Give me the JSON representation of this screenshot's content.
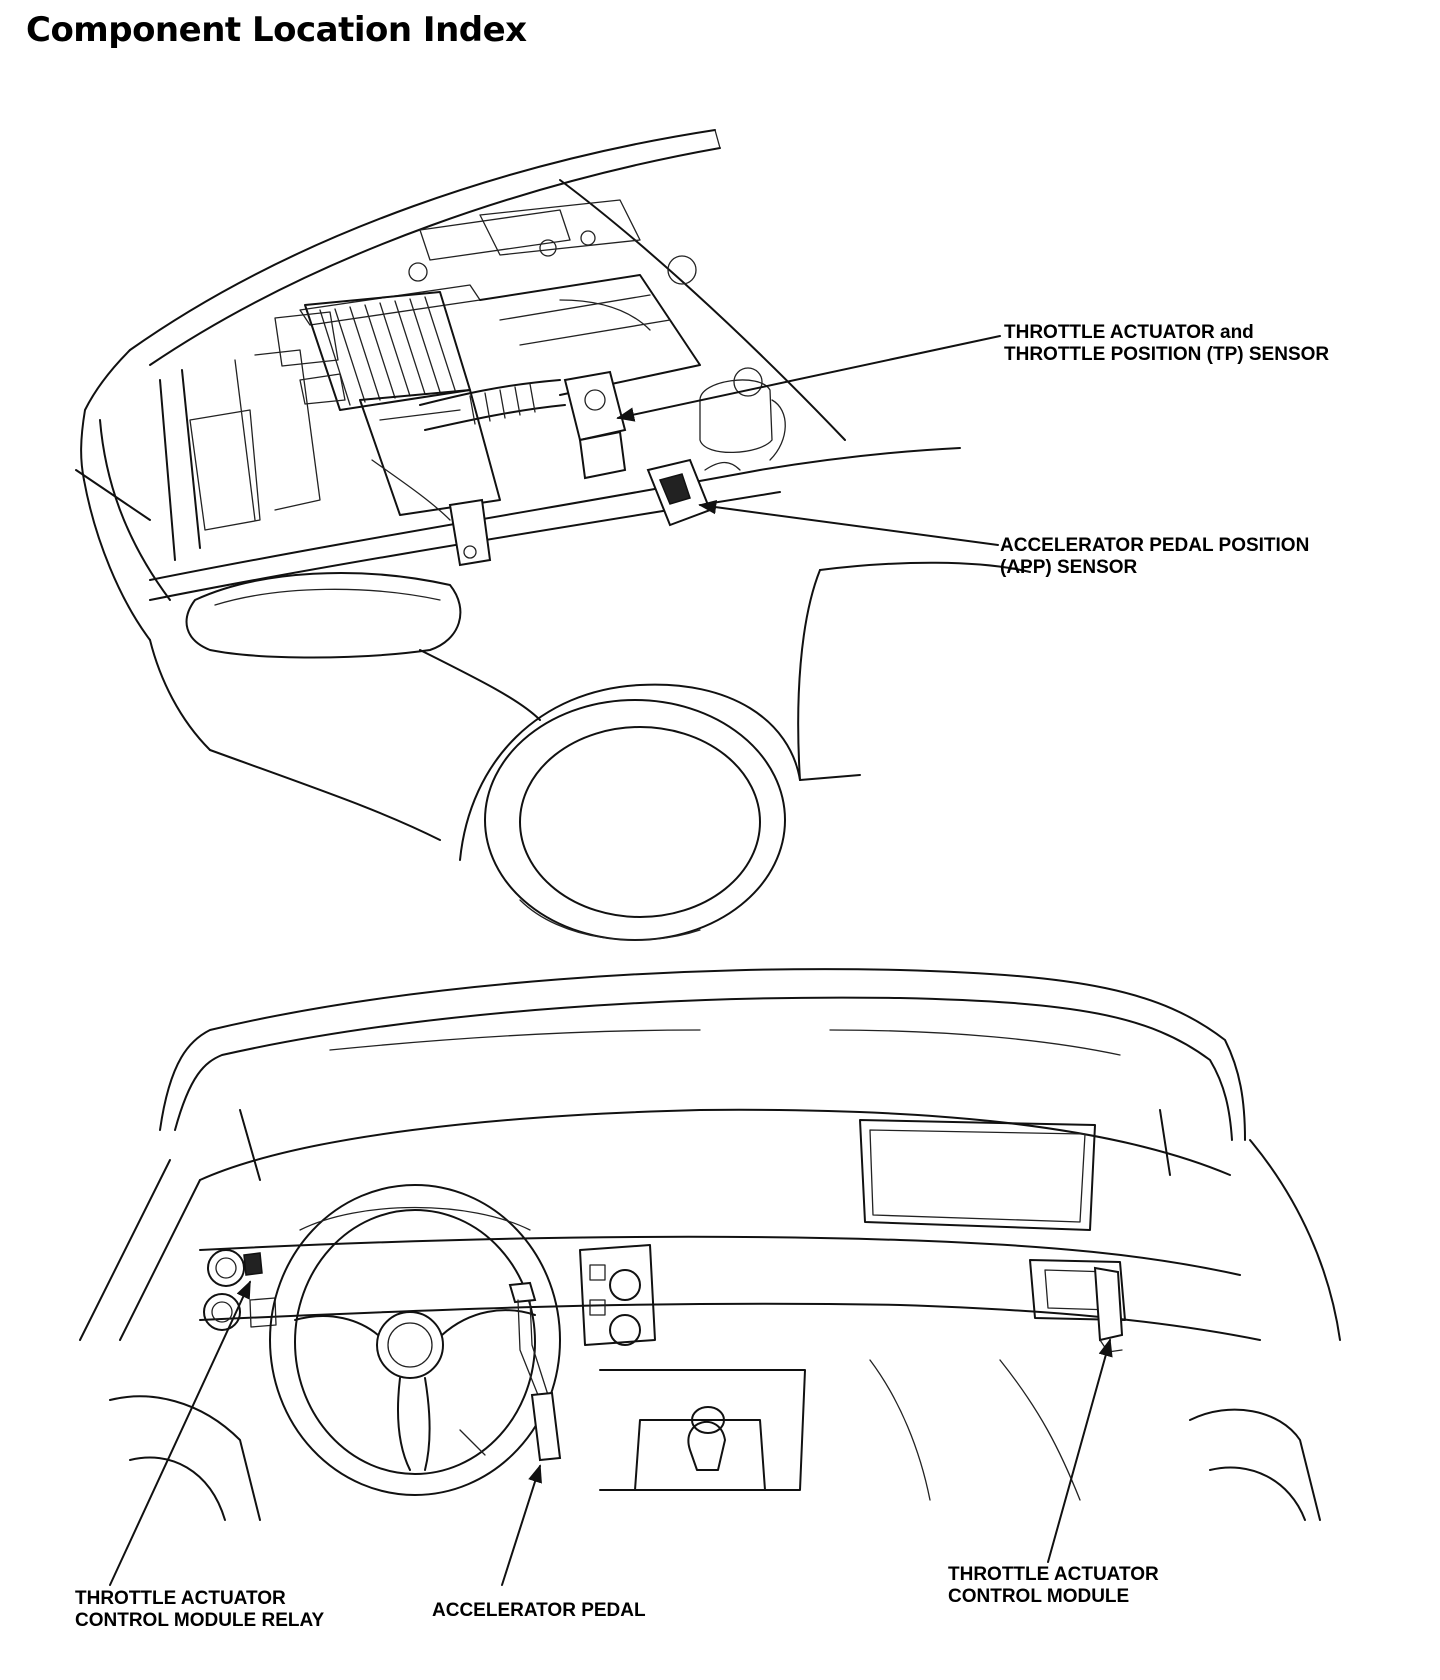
{
  "page": {
    "title": "Component Location Index"
  },
  "callouts": [
    {
      "id": "tp",
      "lines": [
        "THROTTLE ACTUATOR and",
        "THROTTLE POSITION (TP) SENSOR"
      ]
    },
    {
      "id": "app",
      "lines": [
        "ACCELERATOR PEDAL POSITION",
        "(APP) SENSOR"
      ]
    },
    {
      "id": "relay",
      "lines": [
        "THROTTLE ACTUATOR",
        "CONTROL MODULE RELAY"
      ]
    },
    {
      "id": "pedal",
      "lines": [
        "ACCELERATOR PEDAL"
      ]
    },
    {
      "id": "module",
      "lines": [
        "THROTTLE ACTUATOR",
        "CONTROL MODULE"
      ]
    }
  ]
}
